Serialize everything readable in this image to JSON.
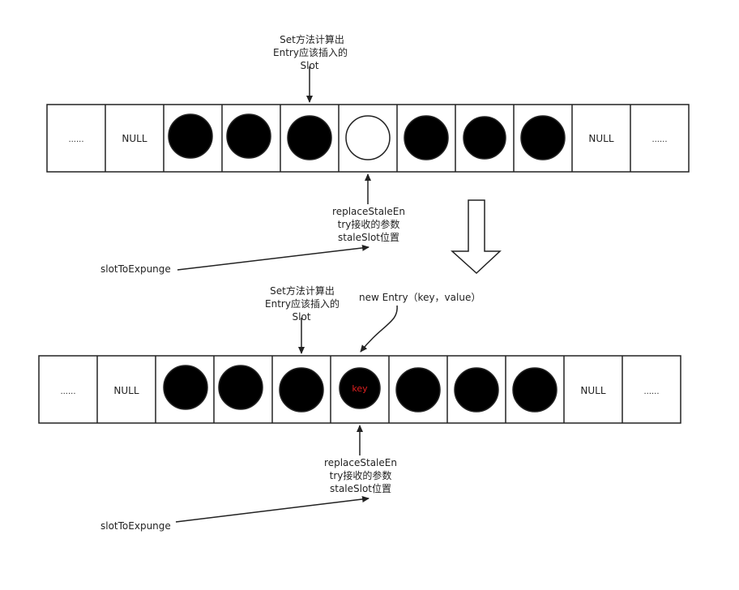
{
  "top": {
    "cells": [
      "......",
      "NULL",
      "",
      "",
      "",
      "",
      "",
      "",
      "",
      "NULL",
      "......"
    ],
    "set_label": [
      "Set方法计算出",
      "Entry应该插入的",
      "Slot"
    ],
    "replace_label": [
      "replaceStaleEn",
      "try接收的参数",
      "staleSlot位置"
    ],
    "slot_expunge": "slotToExpunge"
  },
  "bottom": {
    "cells": [
      "......",
      "NULL",
      "",
      "",
      "",
      "key",
      "",
      "",
      "",
      "NULL",
      "......"
    ],
    "set_label": [
      "Set方法计算出",
      "Entry应该插入的",
      "Slot"
    ],
    "new_entry": "new Entry（key，value）",
    "replace_label": [
      "replaceStaleEn",
      "try接收的参数",
      "staleSlot位置"
    ],
    "slot_expunge": "slotToExpunge"
  },
  "colors": {
    "stroke": "#222222",
    "fill_dark": "#000000",
    "key_text": "#e02020"
  }
}
